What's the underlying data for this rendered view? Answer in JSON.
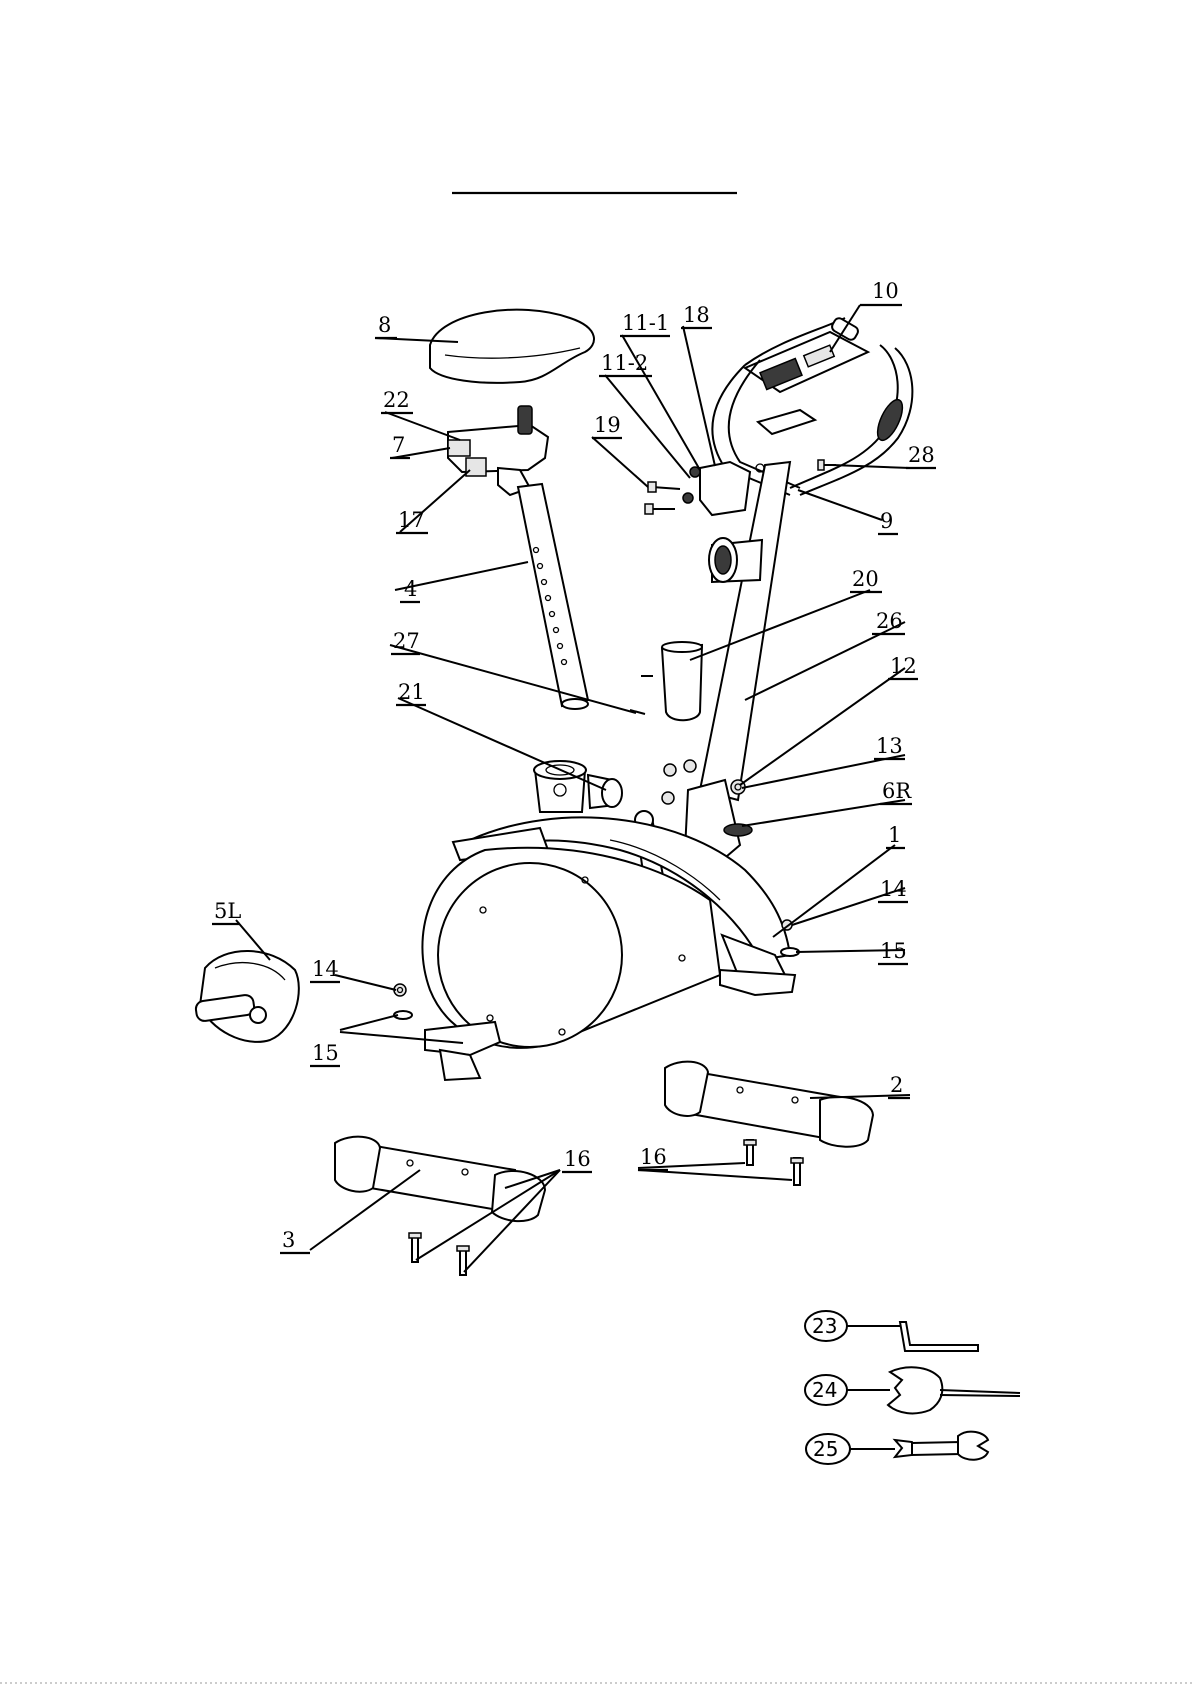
{
  "labels": [
    {
      "id": "p8",
      "text": "8"
    },
    {
      "id": "p11-1",
      "text": "11-1"
    },
    {
      "id": "p18",
      "text": "18"
    },
    {
      "id": "p10",
      "text": "10"
    },
    {
      "id": "p11-2",
      "text": "11-2"
    },
    {
      "id": "p22",
      "text": "22"
    },
    {
      "id": "p19",
      "text": "19"
    },
    {
      "id": "p7",
      "text": "7"
    },
    {
      "id": "p28",
      "text": "28"
    },
    {
      "id": "p17",
      "text": "17"
    },
    {
      "id": "p9",
      "text": "9"
    },
    {
      "id": "p4",
      "text": "4"
    },
    {
      "id": "p20",
      "text": "20"
    },
    {
      "id": "p26",
      "text": "26"
    },
    {
      "id": "p27",
      "text": "27"
    },
    {
      "id": "p12",
      "text": "12"
    },
    {
      "id": "p21",
      "text": "21"
    },
    {
      "id": "p13",
      "text": "13"
    },
    {
      "id": "p6R",
      "text": "6R"
    },
    {
      "id": "p1",
      "text": "1"
    },
    {
      "id": "p5L",
      "text": "5L"
    },
    {
      "id": "p14a",
      "text": "14"
    },
    {
      "id": "p14b",
      "text": "14"
    },
    {
      "id": "p15a",
      "text": "15"
    },
    {
      "id": "p15b",
      "text": "15"
    },
    {
      "id": "p2",
      "text": "2"
    },
    {
      "id": "p16a",
      "text": "16"
    },
    {
      "id": "p16b",
      "text": "16"
    },
    {
      "id": "p3",
      "text": "3"
    }
  ],
  "tools": [
    {
      "id": "t23",
      "text": "23",
      "icon": "allen-key-icon"
    },
    {
      "id": "t24",
      "text": "24",
      "icon": "pedal-wrench-icon"
    },
    {
      "id": "t25",
      "text": "25",
      "icon": "open-end-wrench-icon"
    }
  ]
}
